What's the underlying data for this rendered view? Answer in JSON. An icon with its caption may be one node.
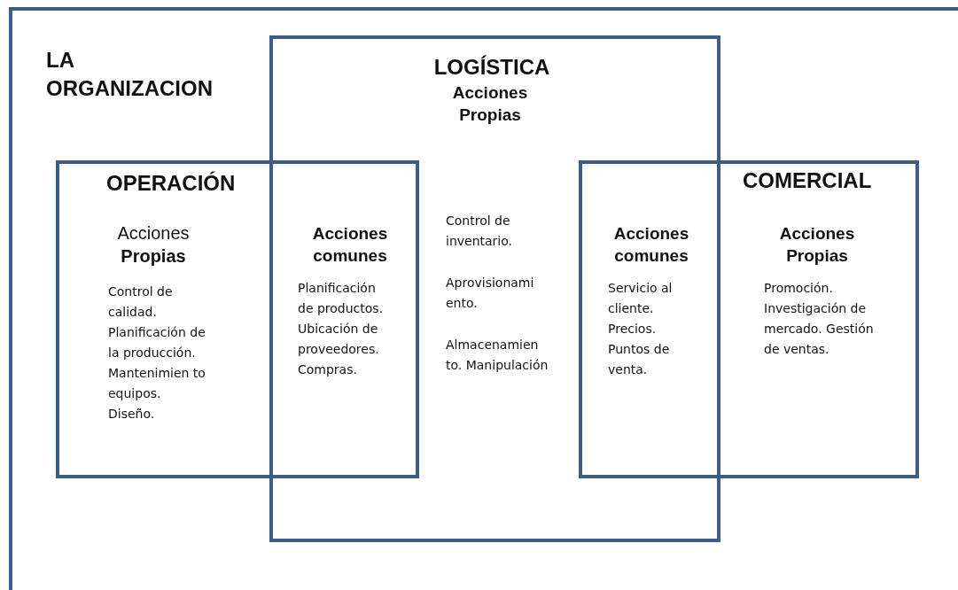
{
  "diagram": {
    "nodes": [
      {
        "text": [
          "LA ORGANIZACION"
        ]
      },
      {
        "text": [
          "LOGÍSTICA",
          "Acciones Propias",
          "Control de inventario.",
          "Aprovisionami ento.",
          "Almacenamien to. Manipulación"
        ],
        "in": 0
      },
      {
        "text": [
          "OPERACIÓN",
          "Acciones **Propias**",
          "Control de calidad. Planificación de la producción. Mantenimien to equipos. Diseño."
        ],
        "in": 0
      },
      {
        "text": [
          "COMERCIAL",
          "Acciones Propias",
          "Promoción. Investigación de mercado. Gestión de ventas."
        ],
        "in": 0
      }
    ],
    "edges": [],
    "labels": [
      "Acciones comunes",
      "Planificación de productos. Ubicación de proveedores. Compras.",
      "Acciones comunes",
      "Servicio al cliente. Precios. Puntos de venta."
    ]
  }
}
